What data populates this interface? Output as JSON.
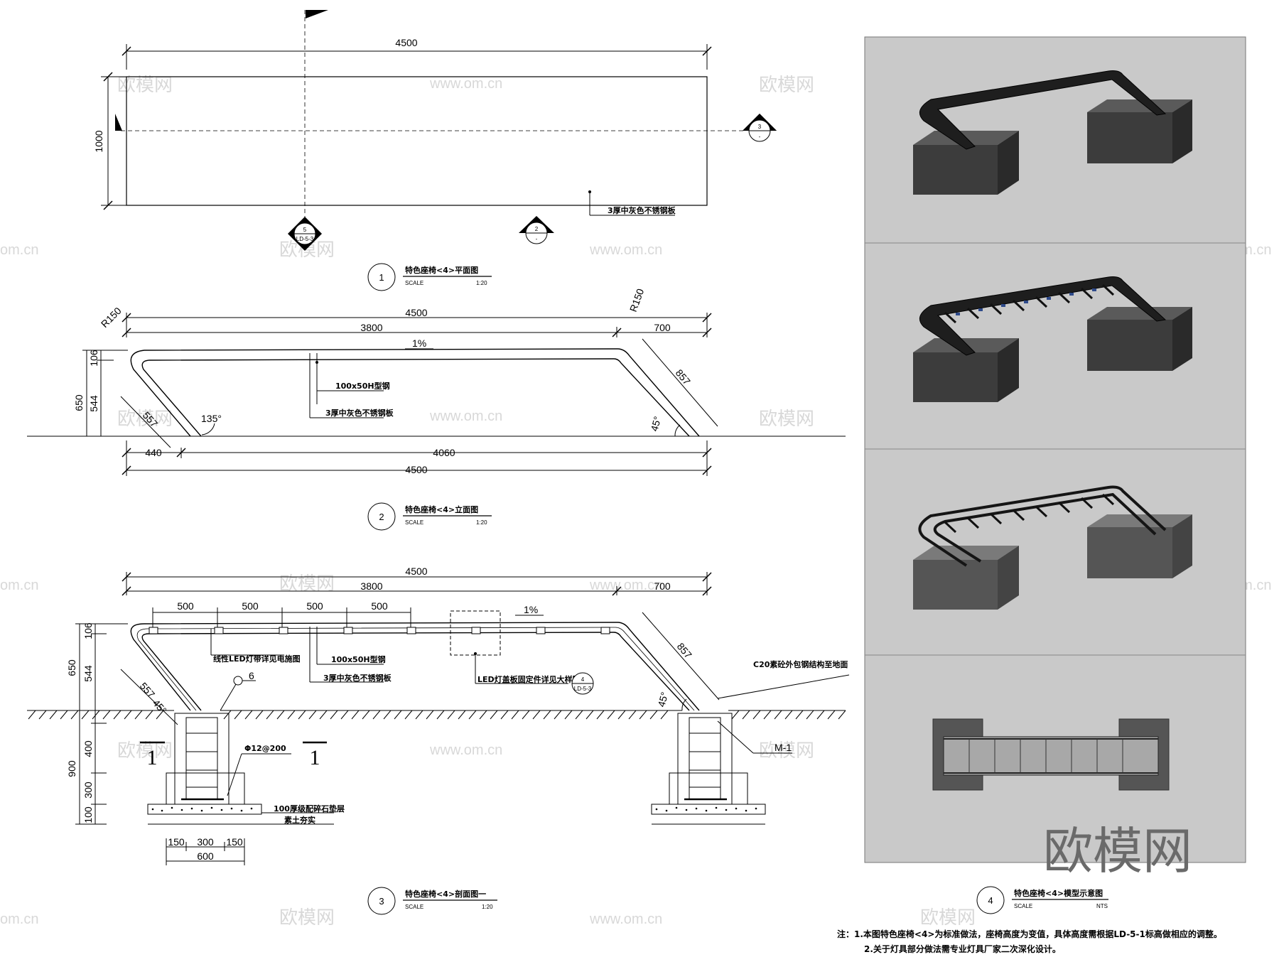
{
  "plan": {
    "dim_total": "4500",
    "dim_width": "1000",
    "material_label": "3厚中灰色不锈钢板",
    "section_5_top": "5",
    "section_5_bottom": "LD-5-3",
    "section_2_top": "2",
    "section_2_bottom": "-",
    "section_3_top": "3",
    "section_3_bottom": "-",
    "title_no": "1",
    "title": "特色座椅<4>平面图",
    "scale_label": "SCALE",
    "scale": "1:20"
  },
  "elevation": {
    "dim_total_top": "4500",
    "dim_3800": "3800",
    "dim_700": "700",
    "r_left": "R150",
    "r_right": "R150",
    "slope": "1%",
    "dim_650": "650",
    "dim_106": "106",
    "dim_544": "544",
    "dim_557": "557",
    "angle_135": "135°",
    "dim_857": "857",
    "angle_45": "45°",
    "dim_440": "440",
    "dim_4060": "4060",
    "dim_total_bottom": "4500",
    "label_h": "100x50H型钢",
    "label_plate": "3厚中灰色不锈钢板",
    "title_no": "2",
    "title": "特色座椅<4>立面图",
    "scale_label": "SCALE",
    "scale": "1:20"
  },
  "section": {
    "dim_total": "4500",
    "dim_3800": "3800",
    "dim_700": "700",
    "spacing": [
      "500",
      "500",
      "500",
      "500"
    ],
    "slope": "1%",
    "dim_650": "650",
    "dim_106": "106",
    "dim_544": "544",
    "dim_900": "900",
    "dim_400": "400",
    "dim_300": "300",
    "dim_100": "100",
    "dim_557": "557",
    "angle_45_left": "45°",
    "dim_857": "857",
    "angle_45_right": "45°",
    "weld": "6",
    "label_led": "线性LED灯带详见电施图",
    "label_h": "100x50H型钢",
    "label_plate": "3厚中灰色不锈钢板",
    "label_fix": "LED灯盖板固定件详见大样图一",
    "ref_4_top": "4",
    "ref_4_bottom": "LD-5-3",
    "label_c20": "C20素砼外包钢结构至地面",
    "label_m1": "M-1",
    "label_rebar": "Φ12@200",
    "label_gravel": "100厚级配碎石垫层",
    "label_soil": "素土夯实",
    "cut_left": "1",
    "cut_right": "1",
    "dim_150a": "150",
    "dim_300b": "300",
    "dim_150b": "150",
    "dim_600": "600",
    "title_no": "3",
    "title": "特色座椅<4>剖面图一",
    "scale_label": "SCALE",
    "scale": "1:20"
  },
  "model": {
    "title_no": "4",
    "title": "特色座椅<4>模型示意图",
    "scale_label": "SCALE",
    "scale": "NTS"
  },
  "notes": {
    "line1": "注：1.本图特色座椅<4>为标准做法，座椅高度为变值，具体高度需根据LD-5-1标高做相应的调整。",
    "line2": "2.关于灯具部分做法需专业灯具厂家二次深化设计。"
  },
  "watermark": {
    "logo": "欧模网",
    "url": "www.om.cn",
    "domain": "om.cn"
  },
  "colors": {
    "line": "#000000",
    "panel_bg": "#c9c9c9",
    "block_dark": "#3c3c3c",
    "block_top": "#5a5a5a"
  }
}
